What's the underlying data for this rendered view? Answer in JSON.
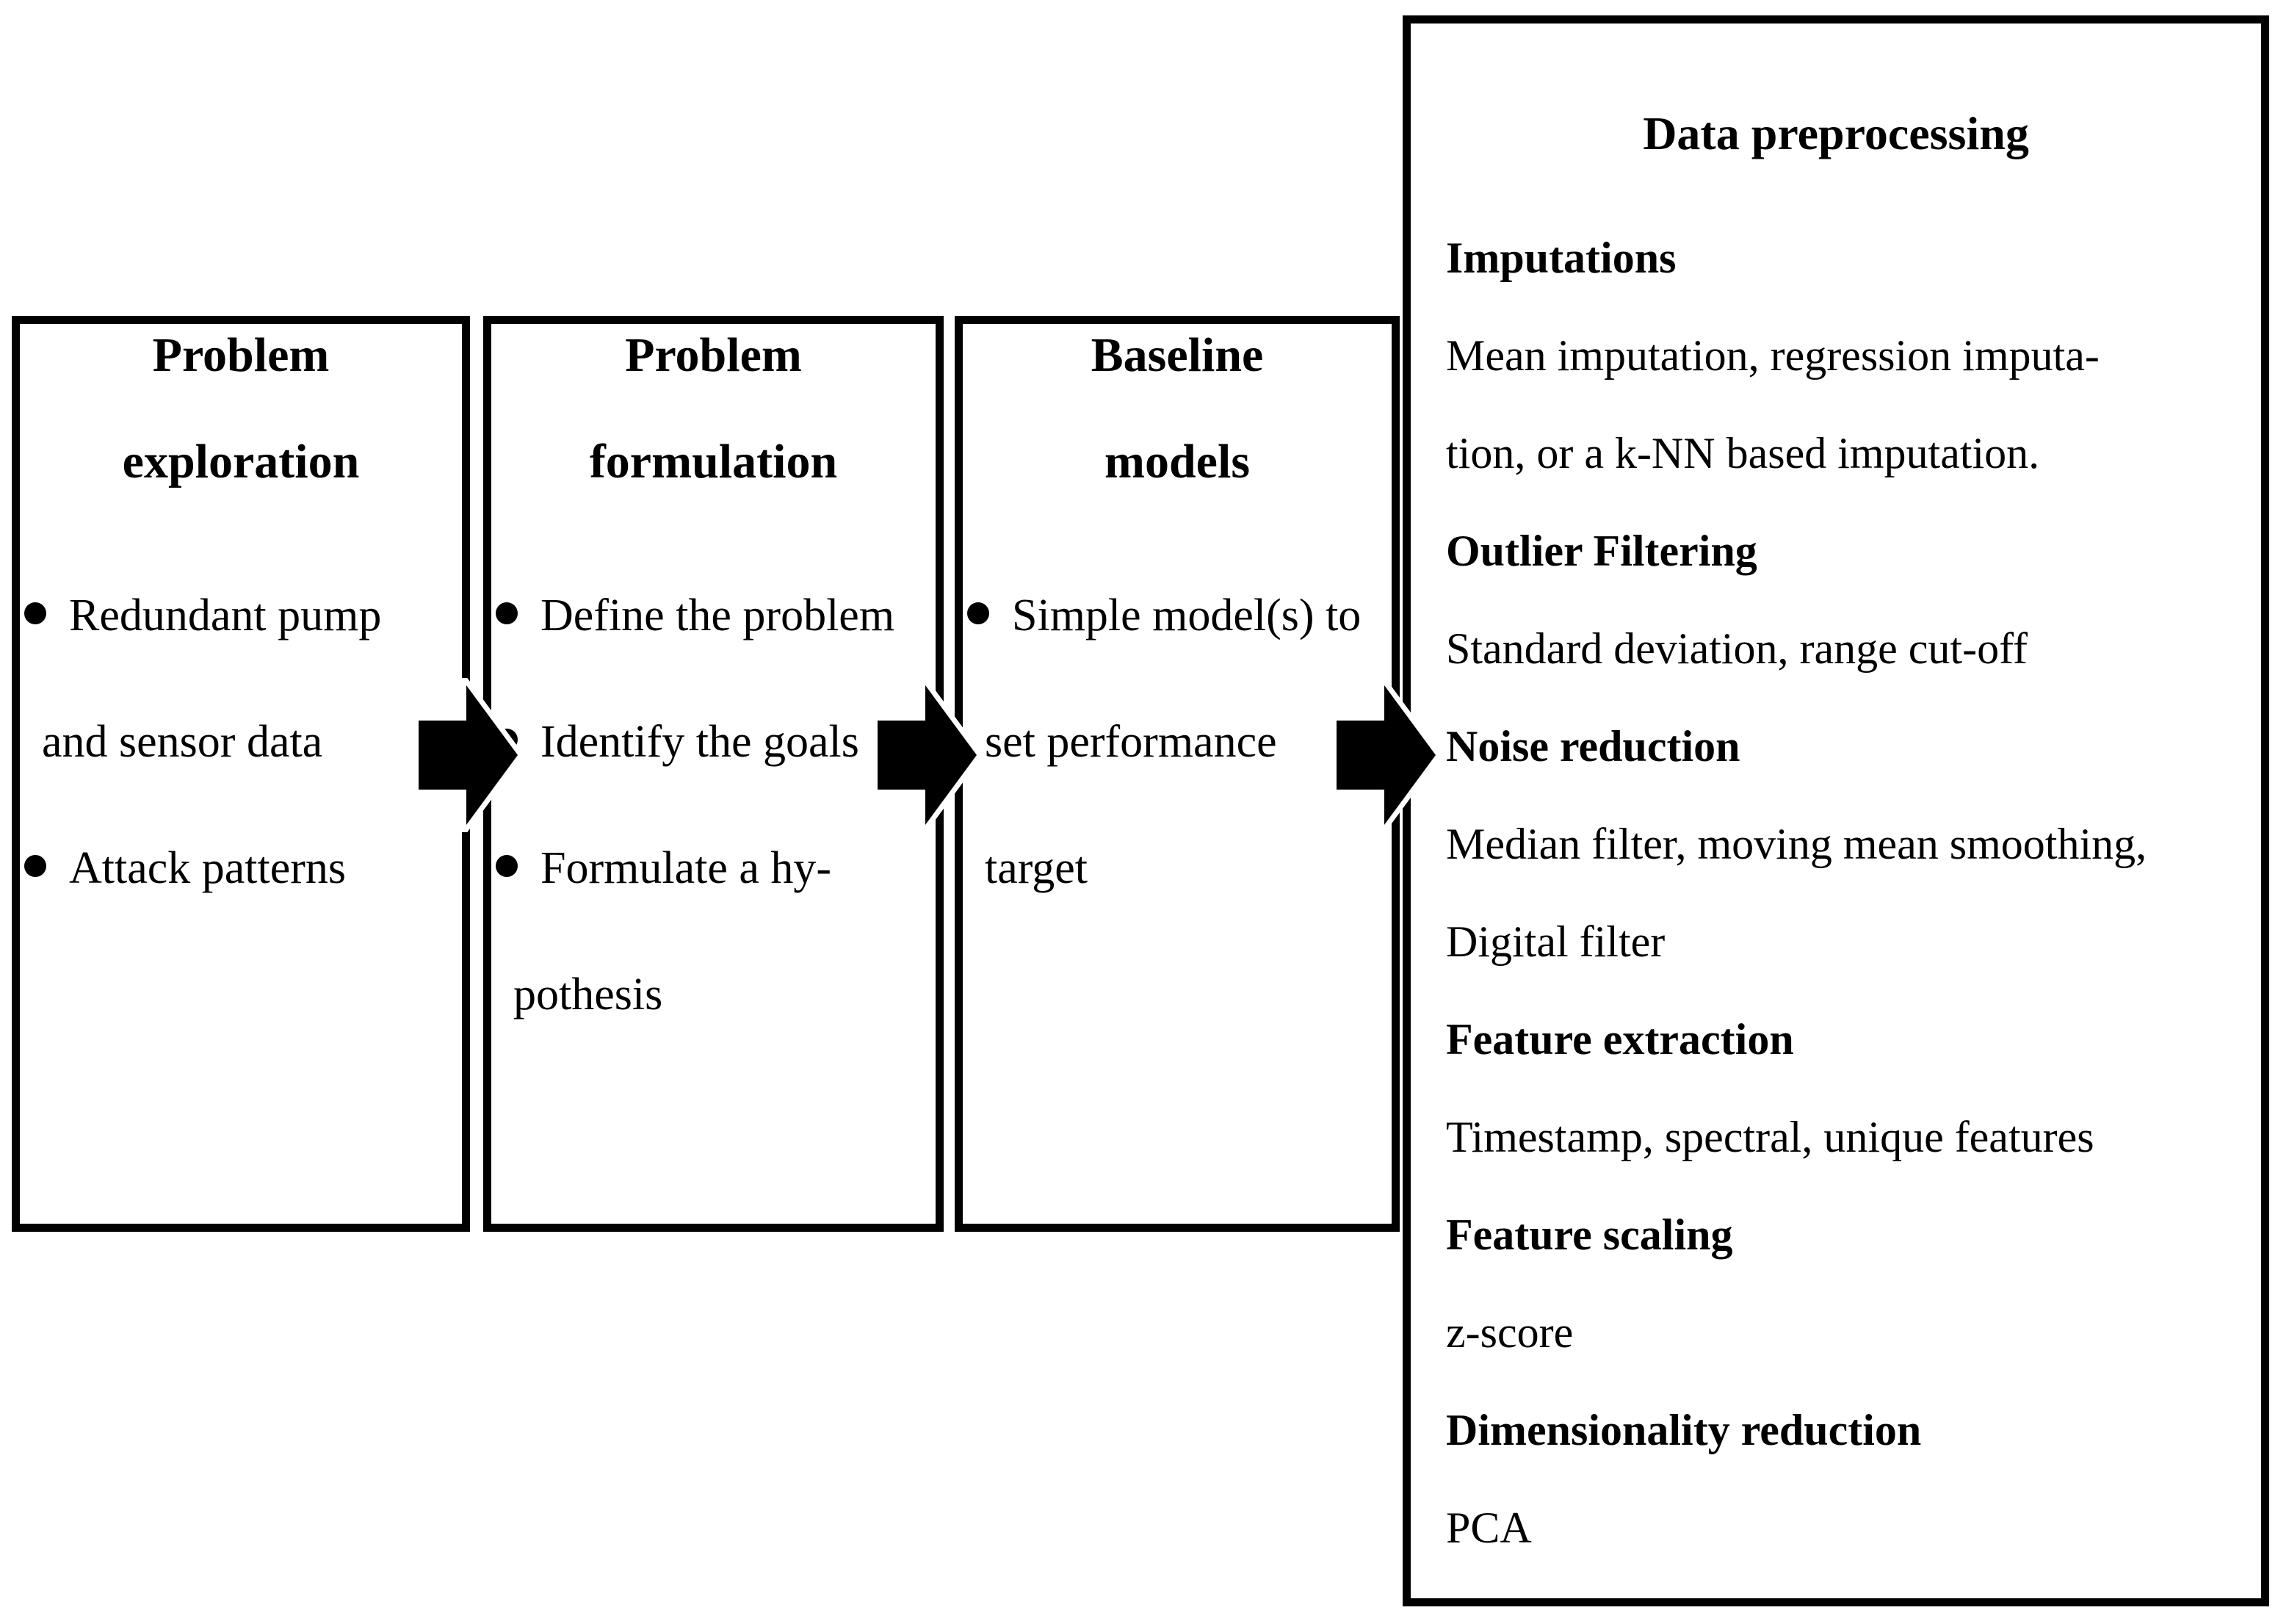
{
  "colors": {
    "ink": "#000000",
    "background": "#ffffff"
  },
  "boxes": [
    {
      "title_lines": [
        "Problem",
        "exploration"
      ],
      "bullets": [
        {
          "lines": [
            "Redundant pump",
            "and sensor data"
          ]
        },
        {
          "lines": [
            "Attack patterns"
          ]
        }
      ]
    },
    {
      "title_lines": [
        "Problem",
        "formulation"
      ],
      "bullets": [
        {
          "lines": [
            "Define the problem"
          ]
        },
        {
          "lines": [
            "Identify the goals"
          ]
        },
        {
          "lines": [
            "Formulate a hy-",
            "pothesis"
          ]
        }
      ]
    },
    {
      "title_lines": [
        "Baseline",
        "models"
      ],
      "bullets": [
        {
          "lines": [
            "Simple model(s) to",
            "set performance",
            "target"
          ]
        }
      ]
    }
  ],
  "preprocessing": {
    "title": "Data preprocessing",
    "sections": [
      {
        "heading": "Imputations",
        "body_lines": [
          "Mean imputation, regression imputa-",
          "tion, or a k-NN based imputation."
        ]
      },
      {
        "heading": "Outlier Filtering",
        "body_lines": [
          "Standard deviation, range cut-off"
        ]
      },
      {
        "heading": "Noise reduction",
        "body_lines": [
          "Median filter, moving mean smoothing,",
          "Digital filter"
        ]
      },
      {
        "heading": "Feature extraction",
        "body_lines": [
          "Timestamp, spectral, unique features"
        ]
      },
      {
        "heading": "Feature scaling",
        "body_lines": [
          "z-score"
        ]
      },
      {
        "heading": "Dimensionality reduction",
        "body_lines": [
          "PCA"
        ]
      }
    ]
  }
}
